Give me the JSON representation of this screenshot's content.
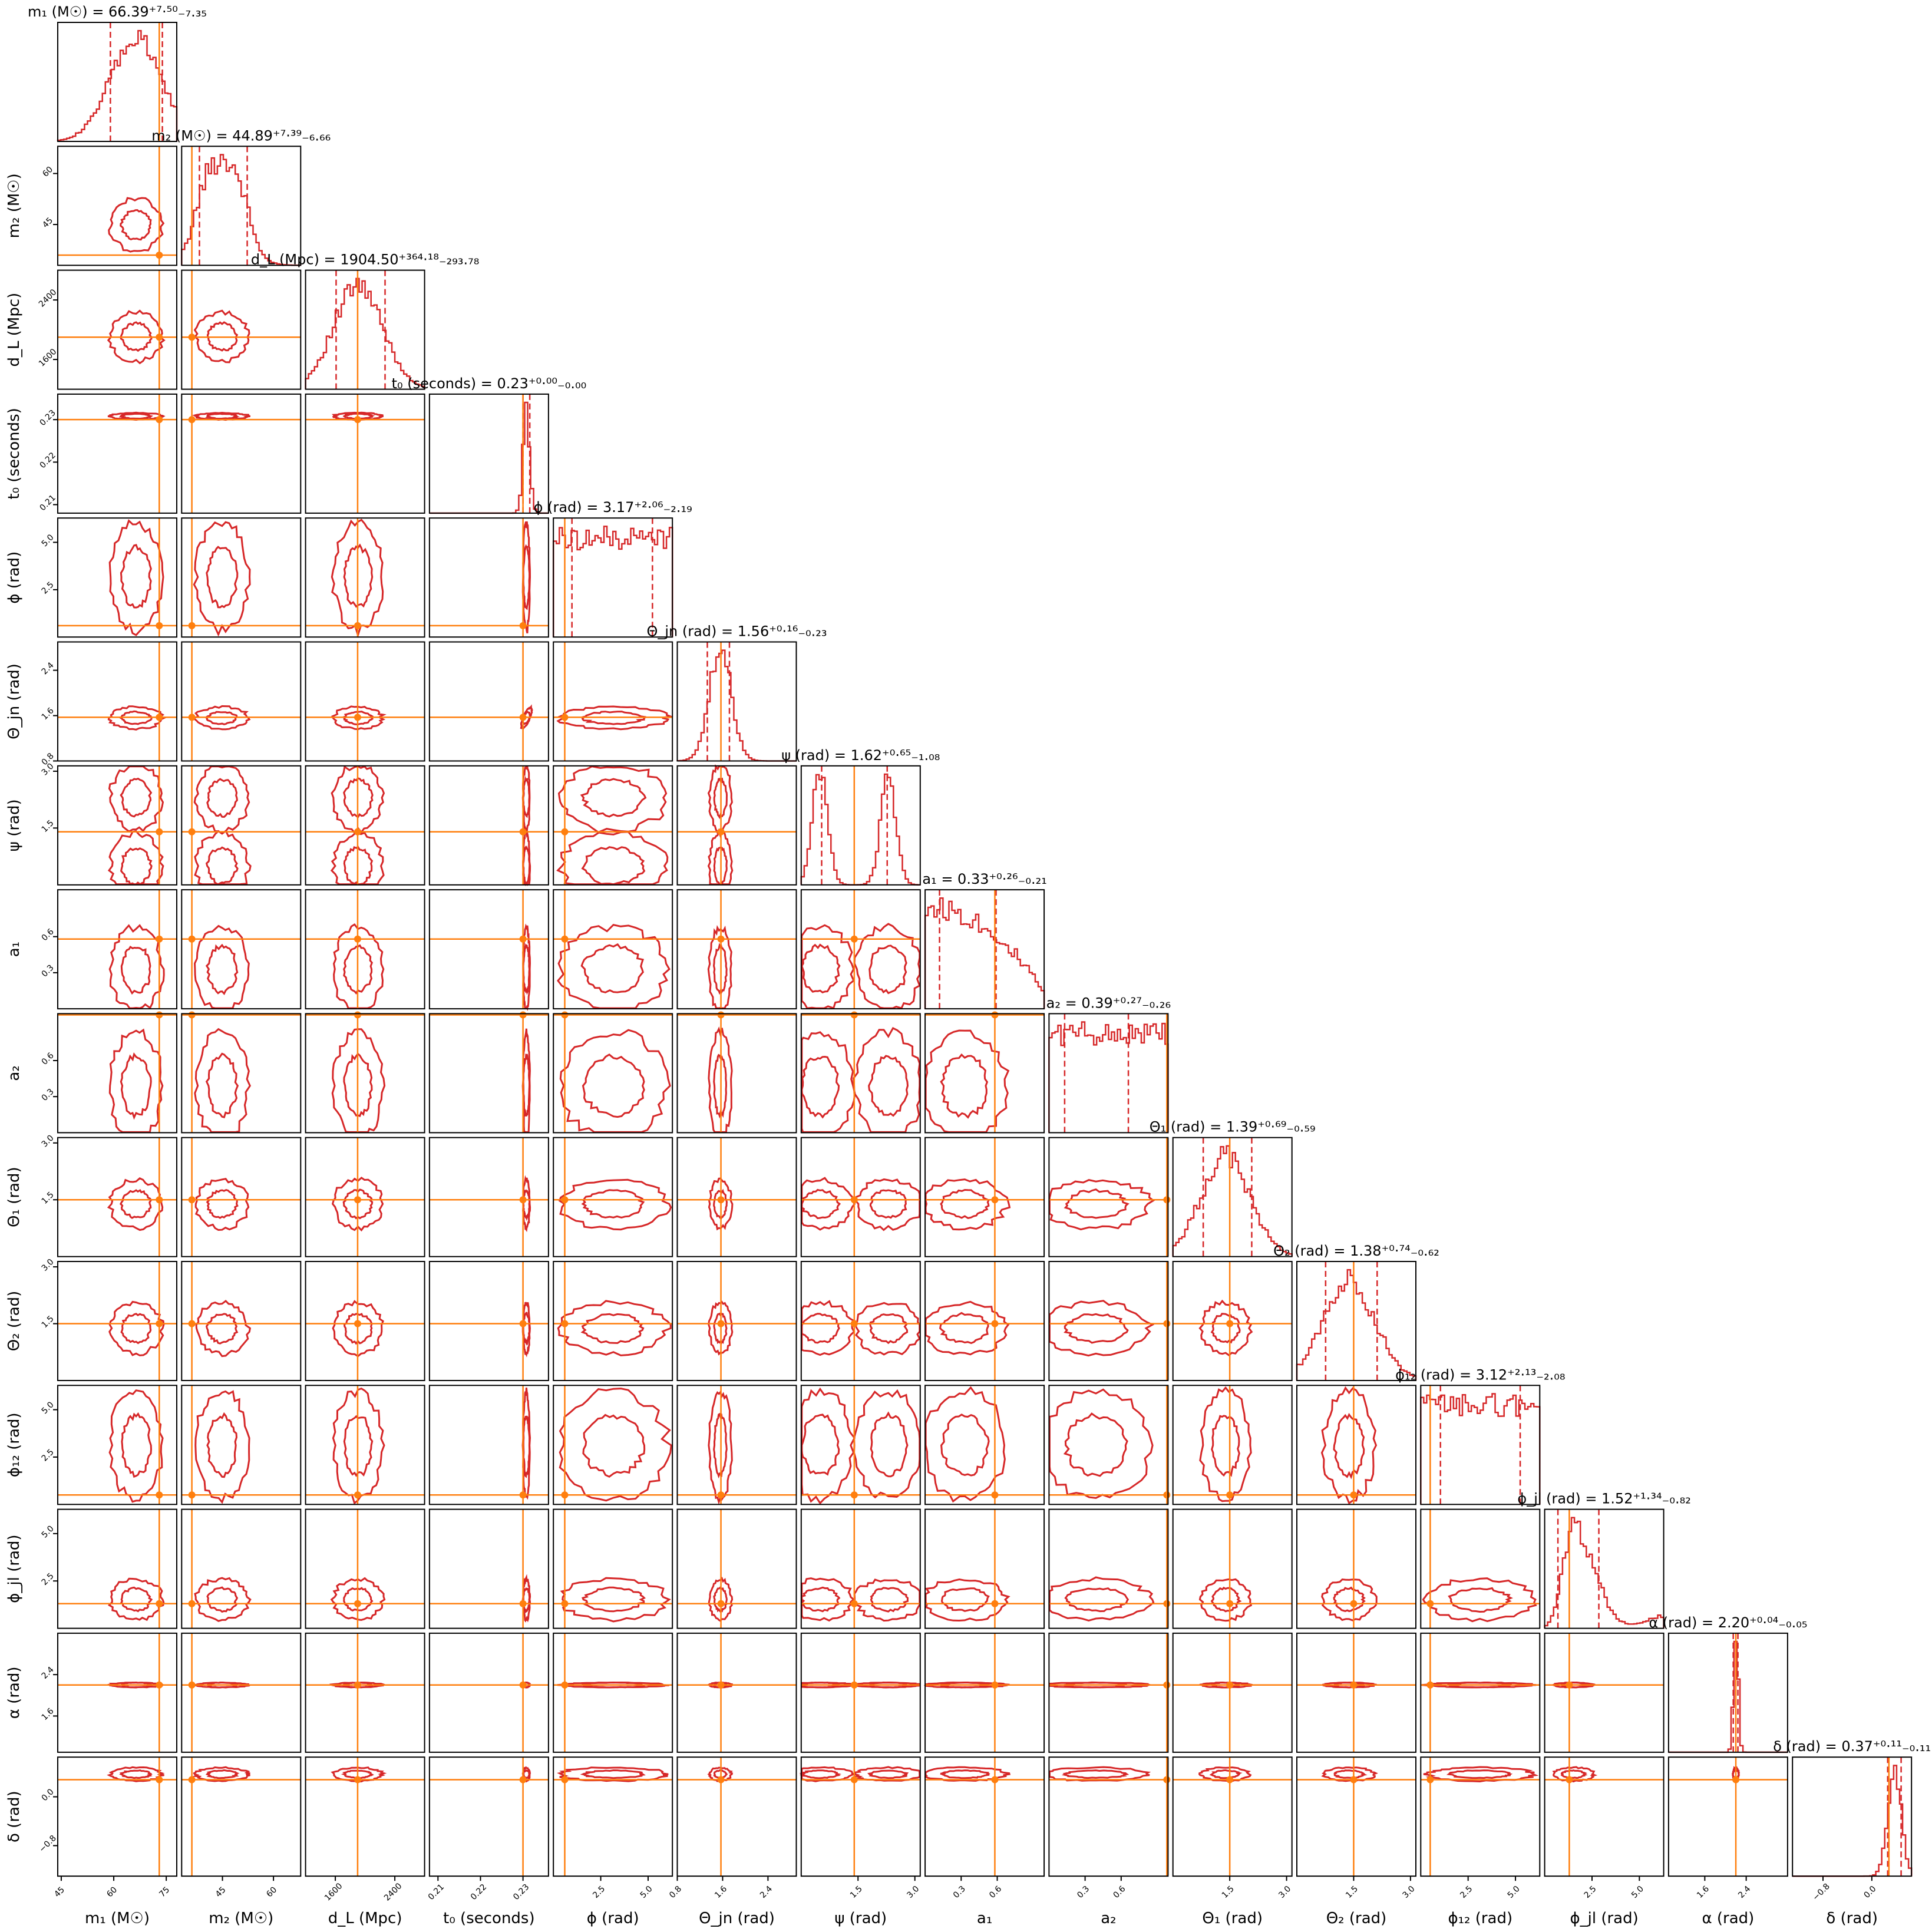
{
  "chart_data": {
    "type": "corner",
    "colors": {
      "posterior": "#d62728",
      "truth": "#ff7f0e",
      "frame": "#000000"
    },
    "parameters": [
      {
        "label": "$m_1\\,(\\mathrm{M_\\odot})$",
        "display_label": "m₁ (M☉)",
        "title": "m₁ (M☉) = 66.39⁺⁷·⁵⁰₋₇.₃₅",
        "median": 66.39,
        "err_plus": 7.5,
        "err_minus": 7.35,
        "truth": 73.0,
        "range": [
          44,
          78
        ],
        "ticks": [
          45,
          60,
          75
        ],
        "tick_labels": [
          "45",
          "60",
          "75"
        ],
        "shape": "gauss",
        "sigma": 7.4
      },
      {
        "label": "$m_2\\,(\\mathrm{M_\\odot})$",
        "display_label": "m₂ (M☉)",
        "title": "m₂ (M☉) = 44.89⁺⁷·³⁹₋₆.₆₆",
        "median": 44.89,
        "err_plus": 7.39,
        "err_minus": 6.66,
        "truth": 36.0,
        "range": [
          33,
          68
        ],
        "ticks": [
          45,
          60
        ],
        "tick_labels": [
          "45",
          "60"
        ],
        "shape": "plateau",
        "sigma": 7.0
      },
      {
        "label": "$d_L\\,(\\mathrm{Mpc})$",
        "display_label": "d_L (Mpc)",
        "title": "d_L (Mpc) = 1904.50⁺³⁶⁴·¹⁸₋₂₉₃.₇₈",
        "median": 1904.5,
        "err_plus": 364.18,
        "err_minus": 293.78,
        "truth": 1900.0,
        "range": [
          1200,
          2800
        ],
        "ticks": [
          1600,
          2400
        ],
        "tick_labels": [
          "1600",
          "2400"
        ],
        "shape": "gauss",
        "sigma": 330
      },
      {
        "label": "$t_0\\,(\\mathrm{seconds})$",
        "display_label": "t₀ (seconds)",
        "title": "t₀ (seconds) = 0.23⁺⁰·⁰⁰₋₀.₀₀",
        "median": 0.2308,
        "err_plus": 0.0008,
        "err_minus": 0.0008,
        "truth": 0.23,
        "range": [
          0.208,
          0.236
        ],
        "ticks": [
          0.21,
          0.22,
          0.23
        ],
        "tick_labels": [
          "0.21",
          "0.22",
          "0.23"
        ],
        "shape": "gauss",
        "sigma": 0.0008
      },
      {
        "label": "$\\phi\\,(\\mathrm{rad})$",
        "display_label": "ϕ (rad)",
        "title": "ϕ (rad) = 3.17⁺²·⁰⁶₋₂.₁₉",
        "median": 3.17,
        "err_plus": 2.06,
        "err_minus": 2.19,
        "truth": 0.6,
        "range": [
          0,
          6.283
        ],
        "ticks": [
          2.5,
          5.0
        ],
        "tick_labels": [
          "2.5",
          "5.0"
        ],
        "shape": "flat",
        "sigma": 2.1
      },
      {
        "label": "$\\Theta_{jn}\\,(\\mathrm{rad})$",
        "display_label": "Θ_jn (rad)",
        "title": "Θ_jn (rad) = 1.56⁺⁰·¹⁶₋₀.₂₃",
        "median": 1.56,
        "err_plus": 0.16,
        "err_minus": 0.23,
        "truth": 1.57,
        "range": [
          0.8,
          2.9
        ],
        "ticks": [
          0.8,
          1.6,
          2.4
        ],
        "tick_labels": [
          "0.8",
          "1.6",
          "2.4"
        ],
        "shape": "gauss",
        "sigma": 0.2
      },
      {
        "label": "$\\psi\\,(\\mathrm{rad})$",
        "display_label": "ψ (rad)",
        "title": "ψ (rad) = 1.62⁺⁰·⁶⁵₋₁.₀₈",
        "median": 1.62,
        "err_plus": 0.65,
        "err_minus": 1.08,
        "truth": 1.4,
        "range": [
          0,
          3.1416
        ],
        "ticks": [
          1.5,
          3.0
        ],
        "tick_labels": [
          "1.5",
          "3.0"
        ],
        "shape": "bimodal",
        "modes": [
          0.5,
          2.3
        ],
        "sigma": 0.2
      },
      {
        "label": "$a_1$",
        "display_label": "a₁",
        "title": "a₁ = 0.33⁺⁰·²⁶₋₀.₂₁",
        "median": 0.33,
        "err_plus": 0.26,
        "err_minus": 0.21,
        "truth": 0.58,
        "range": [
          0,
          0.99
        ],
        "ticks": [
          0.3,
          0.6
        ],
        "tick_labels": [
          "0.3",
          "0.6"
        ],
        "shape": "decay",
        "sigma": 0.23
      },
      {
        "label": "$a_2$",
        "display_label": "a₂",
        "title": "a₂ = 0.39⁺⁰·²⁷₋₀.₂₆",
        "median": 0.39,
        "err_plus": 0.27,
        "err_minus": 0.26,
        "truth": 0.98,
        "range": [
          0,
          0.99
        ],
        "ticks": [
          0.3,
          0.6
        ],
        "tick_labels": [
          "0.3",
          "0.6"
        ],
        "shape": "flat",
        "sigma": 0.26
      },
      {
        "label": "$\\Theta_1\\,(\\mathrm{rad})$",
        "display_label": "Θ₁ (rad)",
        "title": "Θ₁ (rad) = 1.39⁺⁰·⁶⁹₋₀.₅₉",
        "median": 1.39,
        "err_plus": 0.69,
        "err_minus": 0.59,
        "truth": 1.5,
        "range": [
          0,
          3.1416
        ],
        "ticks": [
          1.5,
          3.0
        ],
        "tick_labels": [
          "1.5",
          "3.0"
        ],
        "shape": "gauss",
        "sigma": 0.64
      },
      {
        "label": "$\\Theta_2\\,(\\mathrm{rad})$",
        "display_label": "Θ₂ (rad)",
        "title": "Θ₂ (rad) = 1.38⁺⁰·⁷⁴₋₀.₆₂",
        "median": 1.38,
        "err_plus": 0.74,
        "err_minus": 0.62,
        "truth": 1.5,
        "range": [
          0,
          3.1416
        ],
        "ticks": [
          1.5,
          3.0
        ],
        "tick_labels": [
          "1.5",
          "3.0"
        ],
        "shape": "gauss",
        "sigma": 0.68
      },
      {
        "label": "$\\phi_{12}\\,(\\mathrm{rad})$",
        "display_label": "ϕ₁₂ (rad)",
        "title": "ϕ₁₂ (rad) = 3.12⁺²·¹³₋₂.₀₈",
        "median": 3.12,
        "err_plus": 2.13,
        "err_minus": 2.08,
        "truth": 0.5,
        "range": [
          0,
          6.283
        ],
        "ticks": [
          2.5,
          5.0
        ],
        "tick_labels": [
          "2.5",
          "5.0"
        ],
        "shape": "flat",
        "sigma": 2.1
      },
      {
        "label": "$\\phi_{jl}\\,(\\mathrm{rad})$",
        "display_label": "ϕ_jl (rad)",
        "title": "ϕ_jl (rad) = 1.52⁺¹·³⁴₋₀.₈₂",
        "median": 1.52,
        "err_plus": 1.34,
        "err_minus": 0.82,
        "truth": 1.3,
        "range": [
          0,
          6.283
        ],
        "ticks": [
          2.5,
          5.0
        ],
        "tick_labels": [
          "2.5",
          "5.0"
        ],
        "shape": "skew",
        "sigma": 0.9
      },
      {
        "label": "$\\alpha\\,(\\mathrm{rad})$",
        "display_label": "α (rad)",
        "title": "α (rad) = 2.20⁺⁰·⁰⁴₋₀.₀₅",
        "median": 2.2,
        "err_plus": 0.04,
        "err_minus": 0.05,
        "truth": 2.2,
        "range": [
          0.9,
          3.2
        ],
        "ticks": [
          1.6,
          2.4
        ],
        "tick_labels": [
          "1.6",
          "2.4"
        ],
        "shape": "gauss",
        "sigma": 0.045
      },
      {
        "label": "$\\delta\\,(\\mathrm{rad})$",
        "display_label": "δ (rad)",
        "title": "δ (rad) = 0.37⁺⁰·¹¹₋₀.₁₁",
        "median": 0.37,
        "err_plus": 0.11,
        "err_minus": 0.11,
        "truth": 0.28,
        "range": [
          -1.3,
          0.65
        ],
        "ticks": [
          -0.8,
          0.0
        ],
        "tick_labels": [
          "−0.8",
          "0.0"
        ],
        "shape": "gauss",
        "sigma": 0.11
      }
    ]
  }
}
